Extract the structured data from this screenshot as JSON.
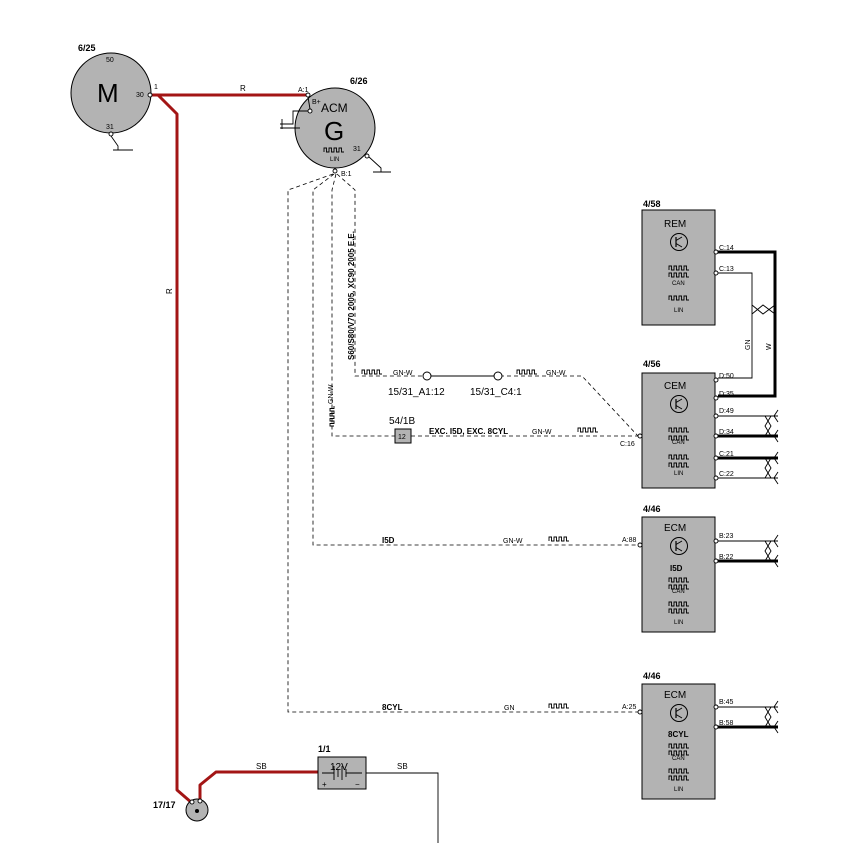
{
  "starter": {
    "ref": "6/25",
    "symbol": "M",
    "pin_top": "50",
    "pin_right": "30",
    "pin_bottom": "31",
    "wire_pin": "1"
  },
  "alternator": {
    "ref": "6/26",
    "name": "ACM",
    "symbol": "G",
    "pin_a": "A:1",
    "pin_bplus": "B+",
    "pin_31": "31",
    "pin_b1": "B:1",
    "lin": "LIN"
  },
  "wires": {
    "red_top": "R",
    "red_vertical": "R",
    "sb_left": "SB",
    "sb_right": "SB"
  },
  "note_vertical": "S60/S80/V70 2005, XC90 2005 E.E.",
  "gnw_vertical": "GN-W",
  "connectors": {
    "c1": "15/31_A1:12",
    "c2": "15/31_C4:1",
    "gnw1": "GN-W",
    "gnw2": "GN-W"
  },
  "splice": {
    "ref": "54/1B",
    "num": "12",
    "label": "EXC. I5D, EXC. 8CYL",
    "wire": "GN-W"
  },
  "rem": {
    "ref": "4/58",
    "name": "REM",
    "pin1": "C:14",
    "pin2": "C:13",
    "can": "CAN",
    "lin": "LIN"
  },
  "twist_labels": {
    "gn": "GN",
    "w": "W"
  },
  "cem": {
    "ref": "4/56",
    "name": "CEM",
    "pins": [
      "D:50",
      "D:35",
      "D:49",
      "D:34",
      "C:21",
      "C:22"
    ],
    "pin_left": "C:16",
    "can": "CAN",
    "lin": "LIN"
  },
  "ecm1": {
    "ref": "4/46",
    "name": "ECM",
    "variant": "I5D",
    "pin_left": "A:88",
    "pins": [
      "B:23",
      "B:22"
    ],
    "wire_label": "I5D",
    "wire": "GN-W",
    "can": "CAN",
    "lin": "LIN"
  },
  "ecm2": {
    "ref": "4/46",
    "name": "ECM",
    "variant": "8CYL",
    "pin_left": "A:25",
    "pins": [
      "B:45",
      "B:58"
    ],
    "wire_label": "8CYL",
    "wire": "GN",
    "can": "CAN",
    "lin": "LIN"
  },
  "battery": {
    "ref": "1/1",
    "voltage": "12V",
    "plus": "+",
    "minus": "−"
  },
  "ground": {
    "ref": "17/17"
  }
}
